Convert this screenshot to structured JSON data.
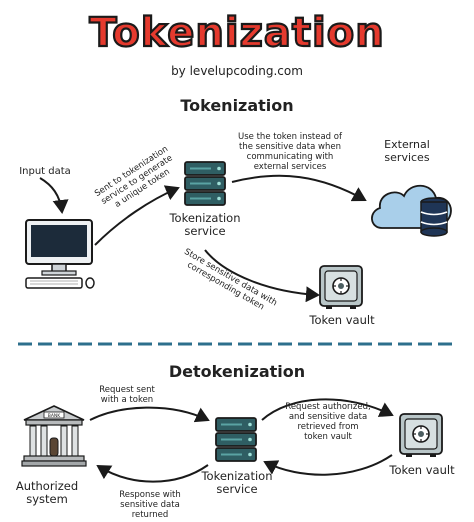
{
  "header": {
    "title": "Tokenization",
    "byline": "by levelupcoding.com"
  },
  "tokenization": {
    "heading": "Tokenization",
    "input_label": "Input data",
    "sent_label_1": "Sent to tokenization",
    "sent_label_2": "service to generate",
    "sent_label_3": "a unique token",
    "service_label_1": "Tokenization",
    "service_label_2": "service",
    "use_label_1": "Use the token instead of",
    "use_label_2": "the sensitive data when",
    "use_label_3": "communicating with",
    "use_label_4": "external services",
    "external_label_1": "External",
    "external_label_2": "services",
    "store_label_1": "Store sensitive data with",
    "store_label_2": "corresponding token",
    "vault_label": "Token vault"
  },
  "detokenization": {
    "heading": "Detokenization",
    "request_label_1": "Request sent",
    "request_label_2": "with a token",
    "authorized_label_1": "Authorized",
    "authorized_label_2": "system",
    "bank_sign": "BANK",
    "response_label_1": "Response with",
    "response_label_2": "sensitive data",
    "response_label_3": "returned",
    "service_label_1": "Tokenization",
    "service_label_2": "service",
    "authorized_req_1": "Request authorized,",
    "authorized_req_2": "and sensitive data",
    "authorized_req_3": "retrieved from",
    "authorized_req_4": "token vault",
    "vault_label": "Token vault"
  },
  "colors": {
    "title_red": "#e53a2e",
    "server_teal": "#2f5e63",
    "server_light": "#5aa3a3",
    "cloud_blue": "#a9cfea",
    "db_navy": "#1f3556",
    "vault_gray": "#b9c6c8",
    "bank_gray": "#c9ccce",
    "divider": "#2d6f8c"
  }
}
